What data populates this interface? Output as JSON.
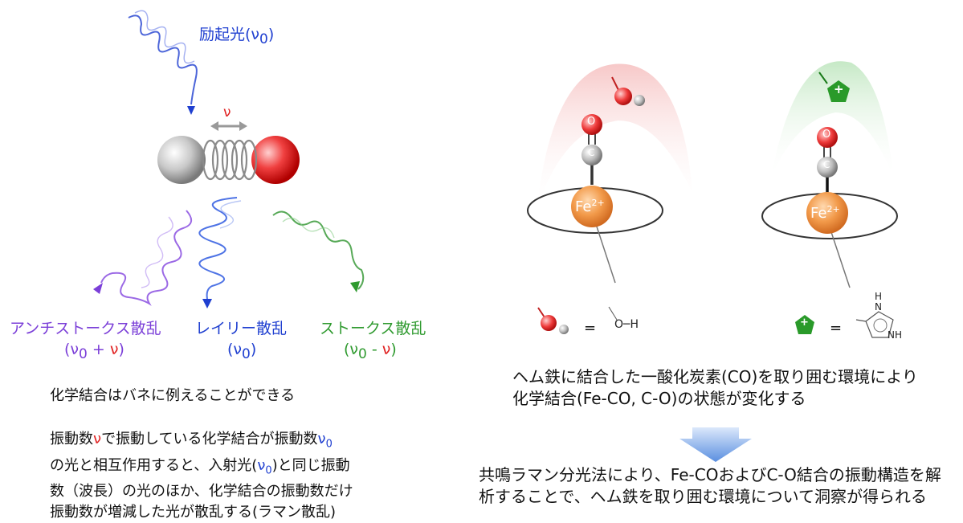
{
  "left": {
    "excitation_label": "励起光(ν",
    "excitation_sub": "0",
    "excitation_close": ")",
    "nu_label": "ν",
    "anti_stokes": {
      "title": "アンチストークス散乱",
      "formula_open": "(ν",
      "formula_sub": "0",
      "formula_op": " + ",
      "formula_nu": "ν",
      "formula_close": ")"
    },
    "rayleigh": {
      "title": "レイリー散乱",
      "formula_open": "(ν",
      "formula_sub": "0",
      "formula_close": ")"
    },
    "stokes": {
      "title": "ストークス散乱",
      "formula_open": "(ν",
      "formula_sub": "0",
      "formula_op": " - ",
      "formula_nu": "ν",
      "formula_close": ")"
    },
    "para1": "化学結合はバネに例えることができる",
    "para2_line1_a": "振動数",
    "para2_line1_nu": "ν",
    "para2_line1_b": "で振動している化学結合が振動数",
    "para2_line1_nu0": "ν",
    "para2_line1_sub": "0",
    "para2_line2_a": "の光と相互作用すると、入射光(",
    "para2_line2_nu0": "ν",
    "para2_line2_sub": "0",
    "para2_line2_b": ")と同じ振動",
    "para2_line3": "数（波長）の光のほか、化学結合の振動数だけ",
    "para2_line4": "振動数が増減した光が散乱する(ラマン散乱)"
  },
  "right": {
    "atom_o": "O",
    "atom_c": "C",
    "fe_label": "Fe",
    "fe_charge": "2+",
    "plus_sign": "+",
    "equals": "=",
    "water_formula": "O─H",
    "imid_h": "H",
    "imid_n": "N",
    "imid_nh": "NH",
    "caption_line1": "ヘム鉄に結合した一酸化炭素(CO)を取り囲む環境により",
    "caption_line2": "化学結合(Fe-CO, C-O)の状態が変化する",
    "result_line1": "共鳴ラマン分光法により、Fe-COおよびC-O結合の振動構造を解",
    "result_line2": "析することで、ヘム鉄を取り囲む環境について洞察が得られる"
  },
  "colors": {
    "purple": "#7b3fd8",
    "blue": "#1f3fd0",
    "green": "#2f9a2f",
    "red": "#e02020",
    "fe_orange": "#f29a4a",
    "arrow_blue": "#6f9fe6"
  }
}
